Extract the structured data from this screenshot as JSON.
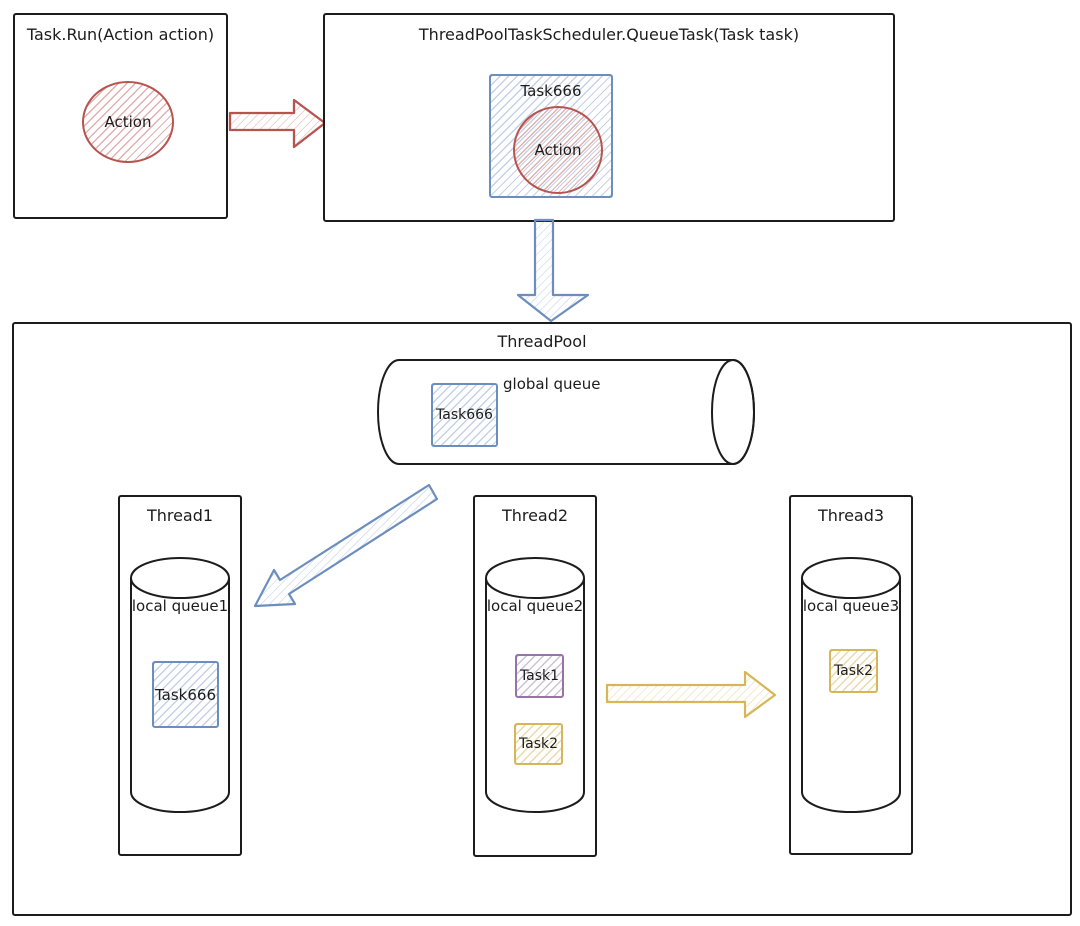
{
  "boxes": {
    "task_run": {
      "title": "Task.Run(Action action)",
      "action_label": "Action"
    },
    "queue_task": {
      "title": "ThreadPoolTaskScheduler.QueueTask(Task task)",
      "task": {
        "label": "Task666",
        "action_label": "Action"
      }
    }
  },
  "pool": {
    "title": "ThreadPool",
    "global_queue": {
      "label": "global queue",
      "task_label": "Task666"
    },
    "threads": [
      {
        "name": "Thread1",
        "queue_label": "local queue1",
        "task1": "Task666"
      },
      {
        "name": "Thread2",
        "queue_label": "local queue2",
        "task1": "Task1",
        "task2": "Task2"
      },
      {
        "name": "Thread3",
        "queue_label": "local queue3",
        "task1": "Task2"
      }
    ]
  },
  "colors": {
    "red": "#b85450",
    "blue": "#6c8ebf",
    "purple": "#9673a6",
    "yellow": "#d6b656",
    "outline": "#1c1c1c"
  }
}
